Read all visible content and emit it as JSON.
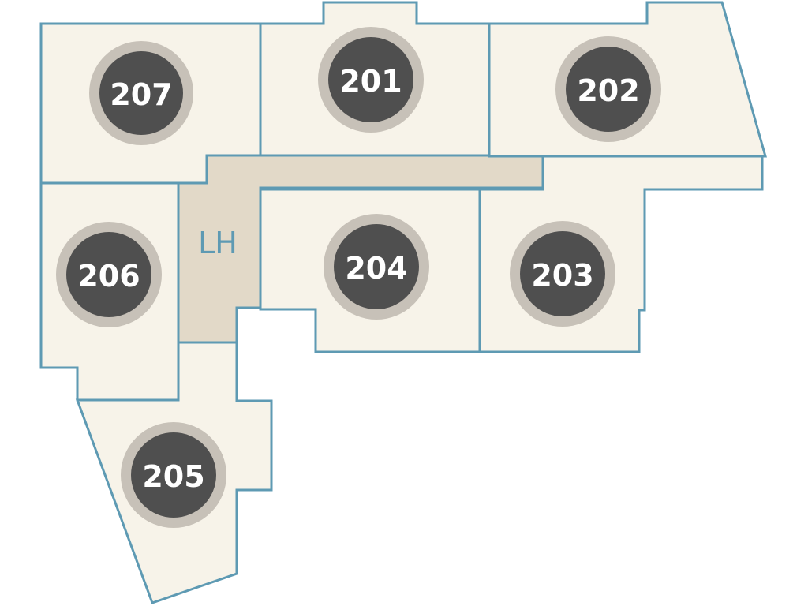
{
  "rooms": {
    "r201": {
      "label": "201"
    },
    "r202": {
      "label": "202"
    },
    "r203": {
      "label": "203"
    },
    "r204": {
      "label": "204"
    },
    "r205": {
      "label": "205"
    },
    "r206": {
      "label": "206"
    },
    "r207": {
      "label": "207"
    }
  },
  "hall": {
    "label": "LH"
  },
  "colors": {
    "outline": "#5e9ab3",
    "room_fill": "#f7f3e9",
    "hall_fill": "#e2d9c8",
    "badge_ring": "#c7c1b8",
    "badge_core": "#4f4f4f",
    "badge_text": "#ffffff"
  }
}
